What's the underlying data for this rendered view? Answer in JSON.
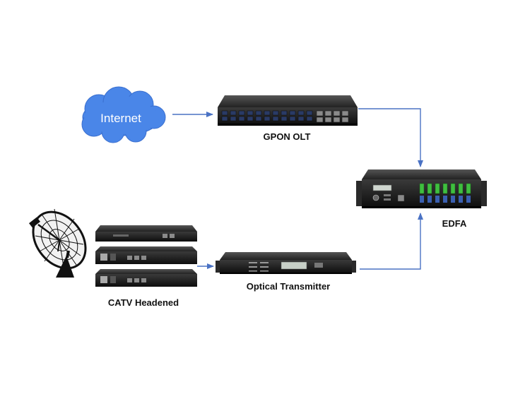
{
  "diagram": {
    "nodes": {
      "internet": {
        "label": "Internet",
        "color": "#4a86e8"
      },
      "gpon_olt": {
        "label": "GPON OLT"
      },
      "edfa": {
        "label": "EDFA"
      },
      "optical_transmitter": {
        "label": "Optical Transmitter"
      },
      "catv_headend": {
        "label": "CATV Headened"
      }
    },
    "edges": [
      {
        "from": "internet",
        "to": "gpon_olt"
      },
      {
        "from": "gpon_olt",
        "to": "edfa"
      },
      {
        "from": "catv_headend",
        "to": "optical_transmitter"
      },
      {
        "from": "optical_transmitter",
        "to": "edfa"
      }
    ],
    "colors": {
      "arrow": "#4a72c4",
      "device_body": "#1a1a1a",
      "sfp_green": "#3fbf3f"
    }
  }
}
